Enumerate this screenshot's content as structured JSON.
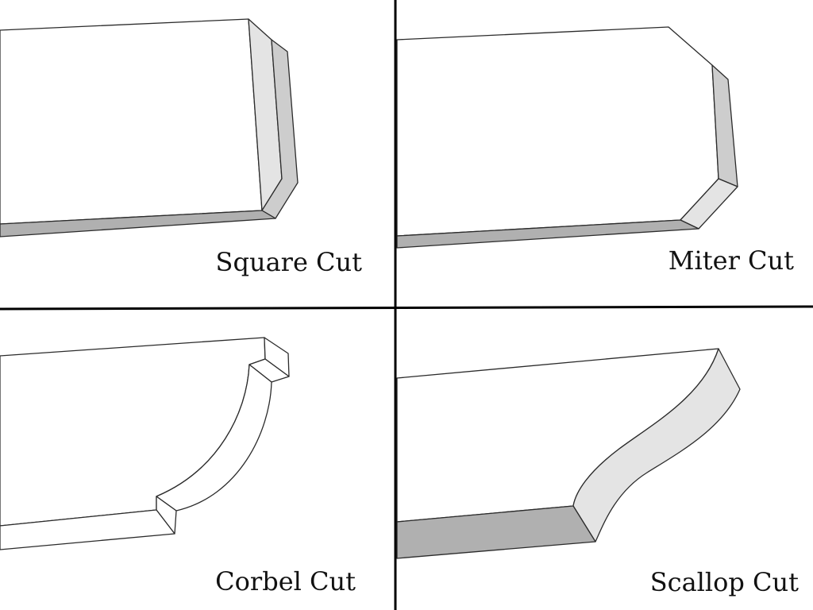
{
  "panels": [
    {
      "id": "square",
      "label": "Square Cut"
    },
    {
      "id": "miter",
      "label": "Miter Cut"
    },
    {
      "id": "corbel",
      "label": "Corbel Cut"
    },
    {
      "id": "scallop",
      "label": "Scallop Cut"
    }
  ],
  "colors": {
    "top_face": "#ffffff",
    "side_light": "#e4e4e4",
    "side_mid": "#cdcdcd",
    "front_dark": "#b0b0b0",
    "edge": "#2b2b2b",
    "divider": "#000000"
  }
}
